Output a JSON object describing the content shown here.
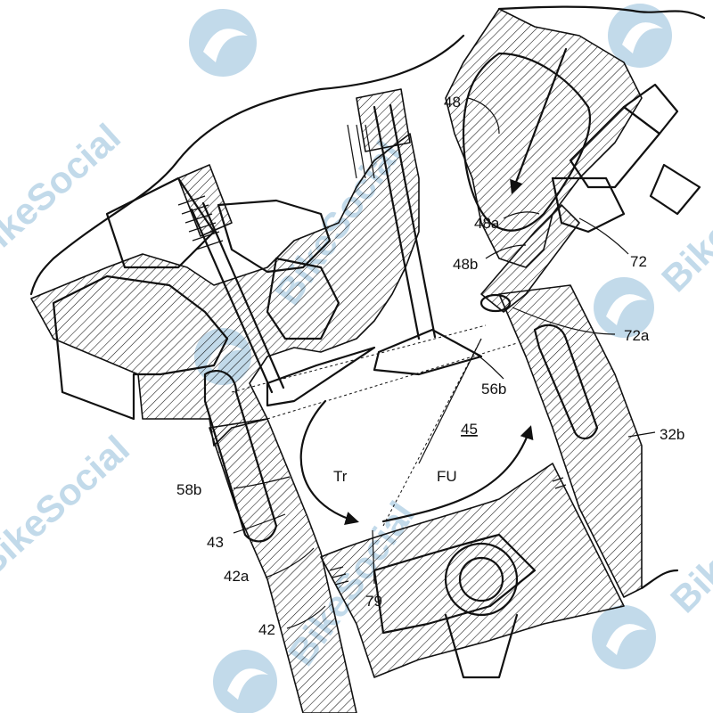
{
  "labels": {
    "l48": "48",
    "l48a": "48a",
    "l48b": "48b",
    "l72": "72",
    "l72a": "72a",
    "l56b": "56b",
    "l45": "45",
    "l32b": "32b",
    "lTr": "Tr",
    "lFU": "FU",
    "l58b": "58b",
    "l43": "43",
    "l42a": "42a",
    "l79": "79",
    "l42": "42"
  },
  "watermark": {
    "text": "BikeSocial",
    "color": "#8fbcd8",
    "icon": "bikesocial-logo-icon"
  },
  "colors": {
    "ink": "#111111",
    "background": "#ffffff"
  }
}
